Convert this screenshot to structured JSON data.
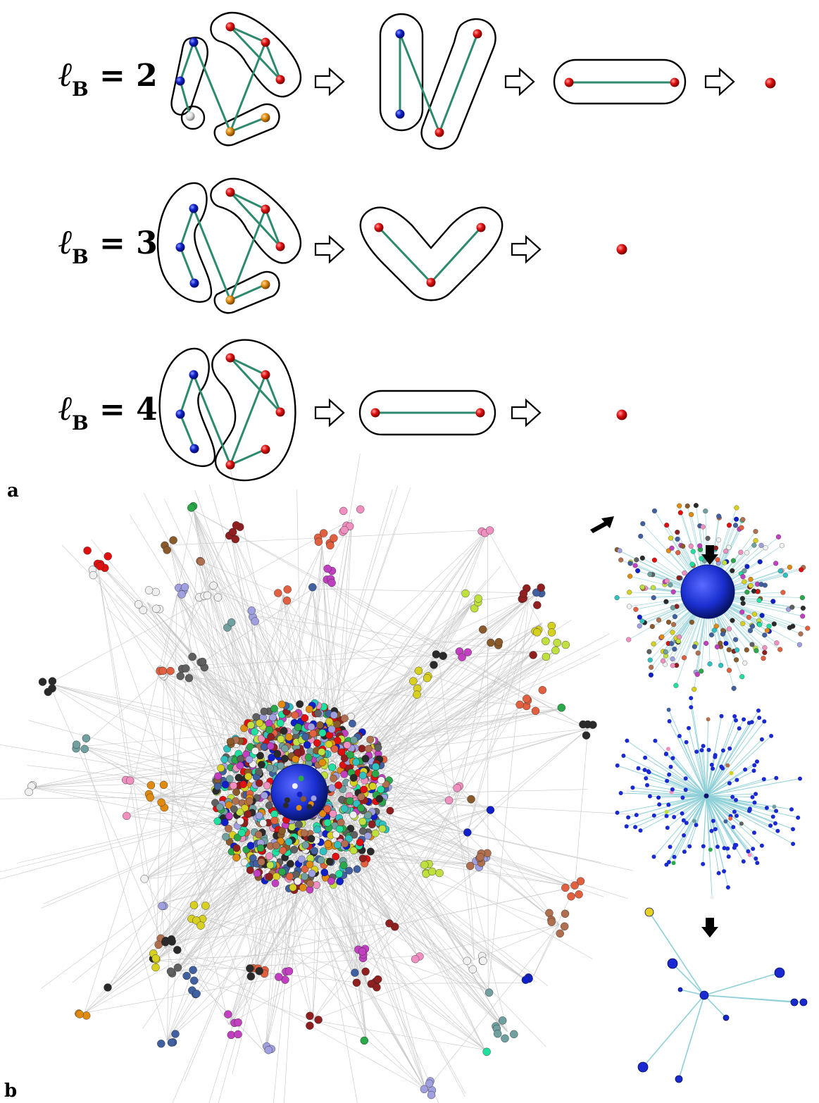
{
  "panel_a": {
    "letter": "a",
    "rows": [
      {
        "ell": "ℓ",
        "sub": "B",
        "rest": " = 2"
      },
      {
        "ell": "ℓ",
        "sub": "B",
        "rest": " = 3"
      },
      {
        "ell": "ℓ",
        "sub": "B",
        "rest": " = 4"
      }
    ]
  },
  "panel_b": {
    "letter": "b"
  },
  "colors": {
    "edge": "#2e8a6e",
    "red": "#e01010",
    "blue": "#1020c8",
    "orange": "#e08a10",
    "white": "#f0f0f0",
    "hub_blue": "#1a2fd0",
    "network_edge": "#9a9a9a",
    "tree_edge": "#8fd0d8"
  }
}
